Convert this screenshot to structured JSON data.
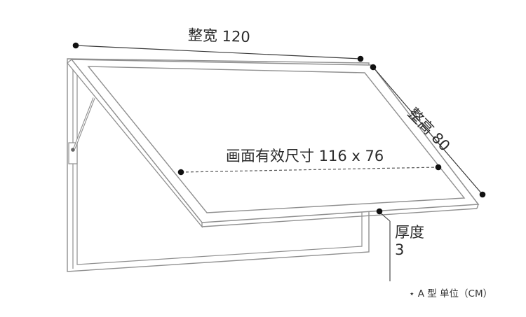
{
  "dimensions": {
    "overall_width": "整宽 120",
    "overall_height": "整高 80",
    "display_size": "画面有效尺寸 116 x 76",
    "thickness_label": "厚度",
    "thickness_value": "3"
  },
  "footnote": "⋆ A 型  单位（CM）",
  "colors": {
    "line": "#3a3a3a",
    "frame_stroke": "#8f8f8f",
    "frame_fill": "#ffffff",
    "dashed": "#555555",
    "text": "#2b2b2b",
    "background": "#ffffff"
  }
}
